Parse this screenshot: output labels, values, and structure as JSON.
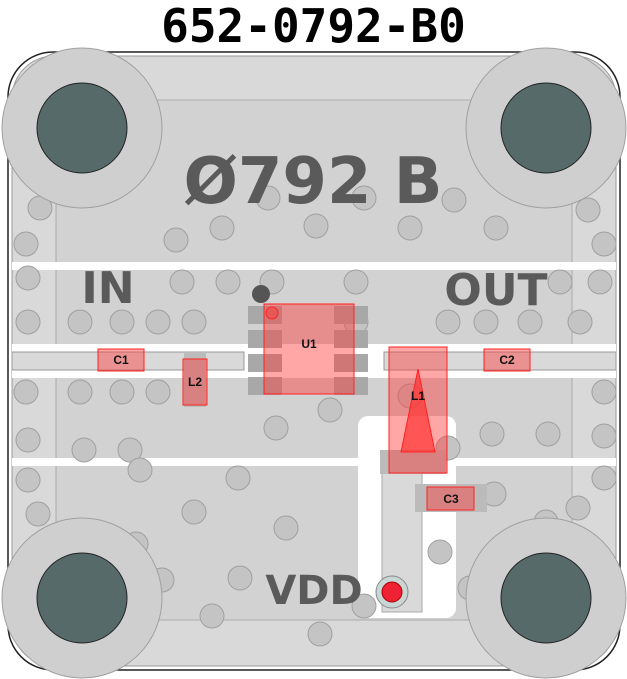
{
  "title": "652-0792-B0",
  "silkscreen": {
    "part": "Ø792 B",
    "input": "IN",
    "output": "OUT",
    "supply": "VDD"
  },
  "components": {
    "u1": "U1",
    "l1": "L1",
    "l2": "L2",
    "c1": "C1",
    "c2": "C2",
    "c3": "C3"
  },
  "colors": {
    "component": "#ff4d4d",
    "via": "#c4c4c4",
    "hole": "#566a6a",
    "copper": "#d9d9d9"
  }
}
